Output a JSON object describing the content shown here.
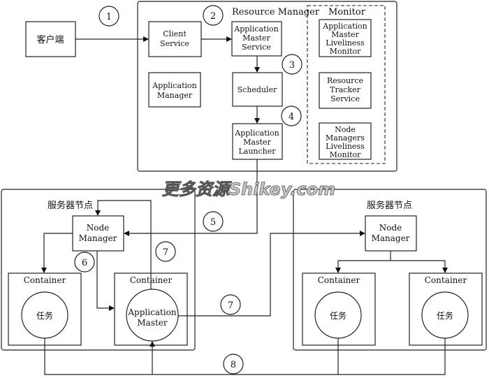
{
  "client": "客户端",
  "resource_manager": {
    "title": "Resource Manager",
    "client_service": [
      "Client",
      "Service"
    ],
    "am_service": [
      "Application",
      "Master",
      "Service"
    ],
    "app_manager": [
      "Application",
      "Manager"
    ],
    "scheduler": "Scheduler",
    "am_launcher": [
      "Application",
      "Master",
      "Launcher"
    ]
  },
  "monitor": {
    "title": "Monitor",
    "am_liveliness": [
      "Application",
      "Master",
      "Liveliness",
      "Monitor"
    ],
    "resource_tracker": [
      "Resource",
      "Tracker",
      "Service"
    ],
    "nm_liveliness": [
      "Node",
      "Managers",
      "Liveliness",
      "Monitor"
    ]
  },
  "left_node": {
    "title": "服务器节点",
    "node_manager": [
      "Node",
      "Manager"
    ],
    "container_a": "Container",
    "task": "任务",
    "container_b": "Container",
    "app_master": [
      "Application",
      "Master"
    ]
  },
  "right_node": {
    "title": "服务器节点",
    "node_manager": [
      "Node",
      "Manager"
    ],
    "container_a": "Container",
    "task_a": "任务",
    "container_b": "Container",
    "task_b": "任务"
  },
  "steps": {
    "s1": "1",
    "s2": "2",
    "s3": "3",
    "s4": "4",
    "s5": "5",
    "s6": "6",
    "s7a": "7",
    "s7b": "7",
    "s8": "8"
  },
  "watermark": "更多资源Shikey.com"
}
